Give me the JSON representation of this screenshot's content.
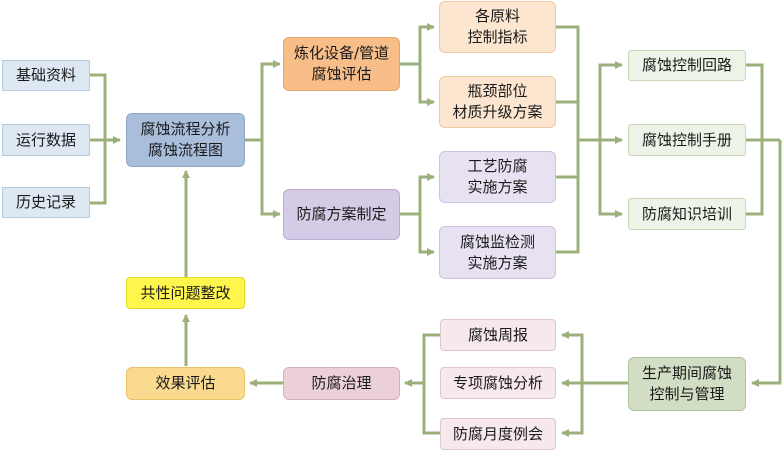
{
  "nodes": {
    "basic_data": "基础资料",
    "operation_data": "运行数据",
    "history_records": "历史记录",
    "corrosion_flow": "腐蚀流程分析\n腐蚀流程图",
    "equipment_eval": "炼化设备/管道\n腐蚀评估",
    "anti_plan": "防腐方案制定",
    "raw_control": "各原料\n控制指标",
    "bottleneck_upgrade": "瓶颈部位\n材质升级方案",
    "process_anti": "工艺防腐\n实施方案",
    "monitoring_plan": "腐蚀监检测\n实施方案",
    "control_loop": "腐蚀控制回路",
    "control_manual": "腐蚀控制手册",
    "knowledge_training": "防腐知识培训",
    "production_mgmt": "生产期间腐蚀\n控制与管理",
    "weekly_report": "腐蚀周报",
    "special_analysis": "专项腐蚀分析",
    "monthly_meeting": "防腐月度例会",
    "anti_governance": "防腐治理",
    "effect_eval": "效果评估",
    "common_rectify": "共性问题整改"
  },
  "colors": {
    "connector": "#9bb07a",
    "source_fill": "#dde8f3",
    "hub_fill": "#a9bedb",
    "orange_fill": "#f7be8a",
    "peach_fill": "#fde6d0",
    "purple_fill": "#d6cbe6",
    "lavender_fill": "#e7e1f1",
    "light_green_fill": "#edf3e6",
    "green_fill": "#d1dec3",
    "pink_fill": "#f6e8ec",
    "rose_fill": "#ecd0d8",
    "yellow_fill": "#fff64d",
    "gold_fill": "#f9da8f"
  }
}
